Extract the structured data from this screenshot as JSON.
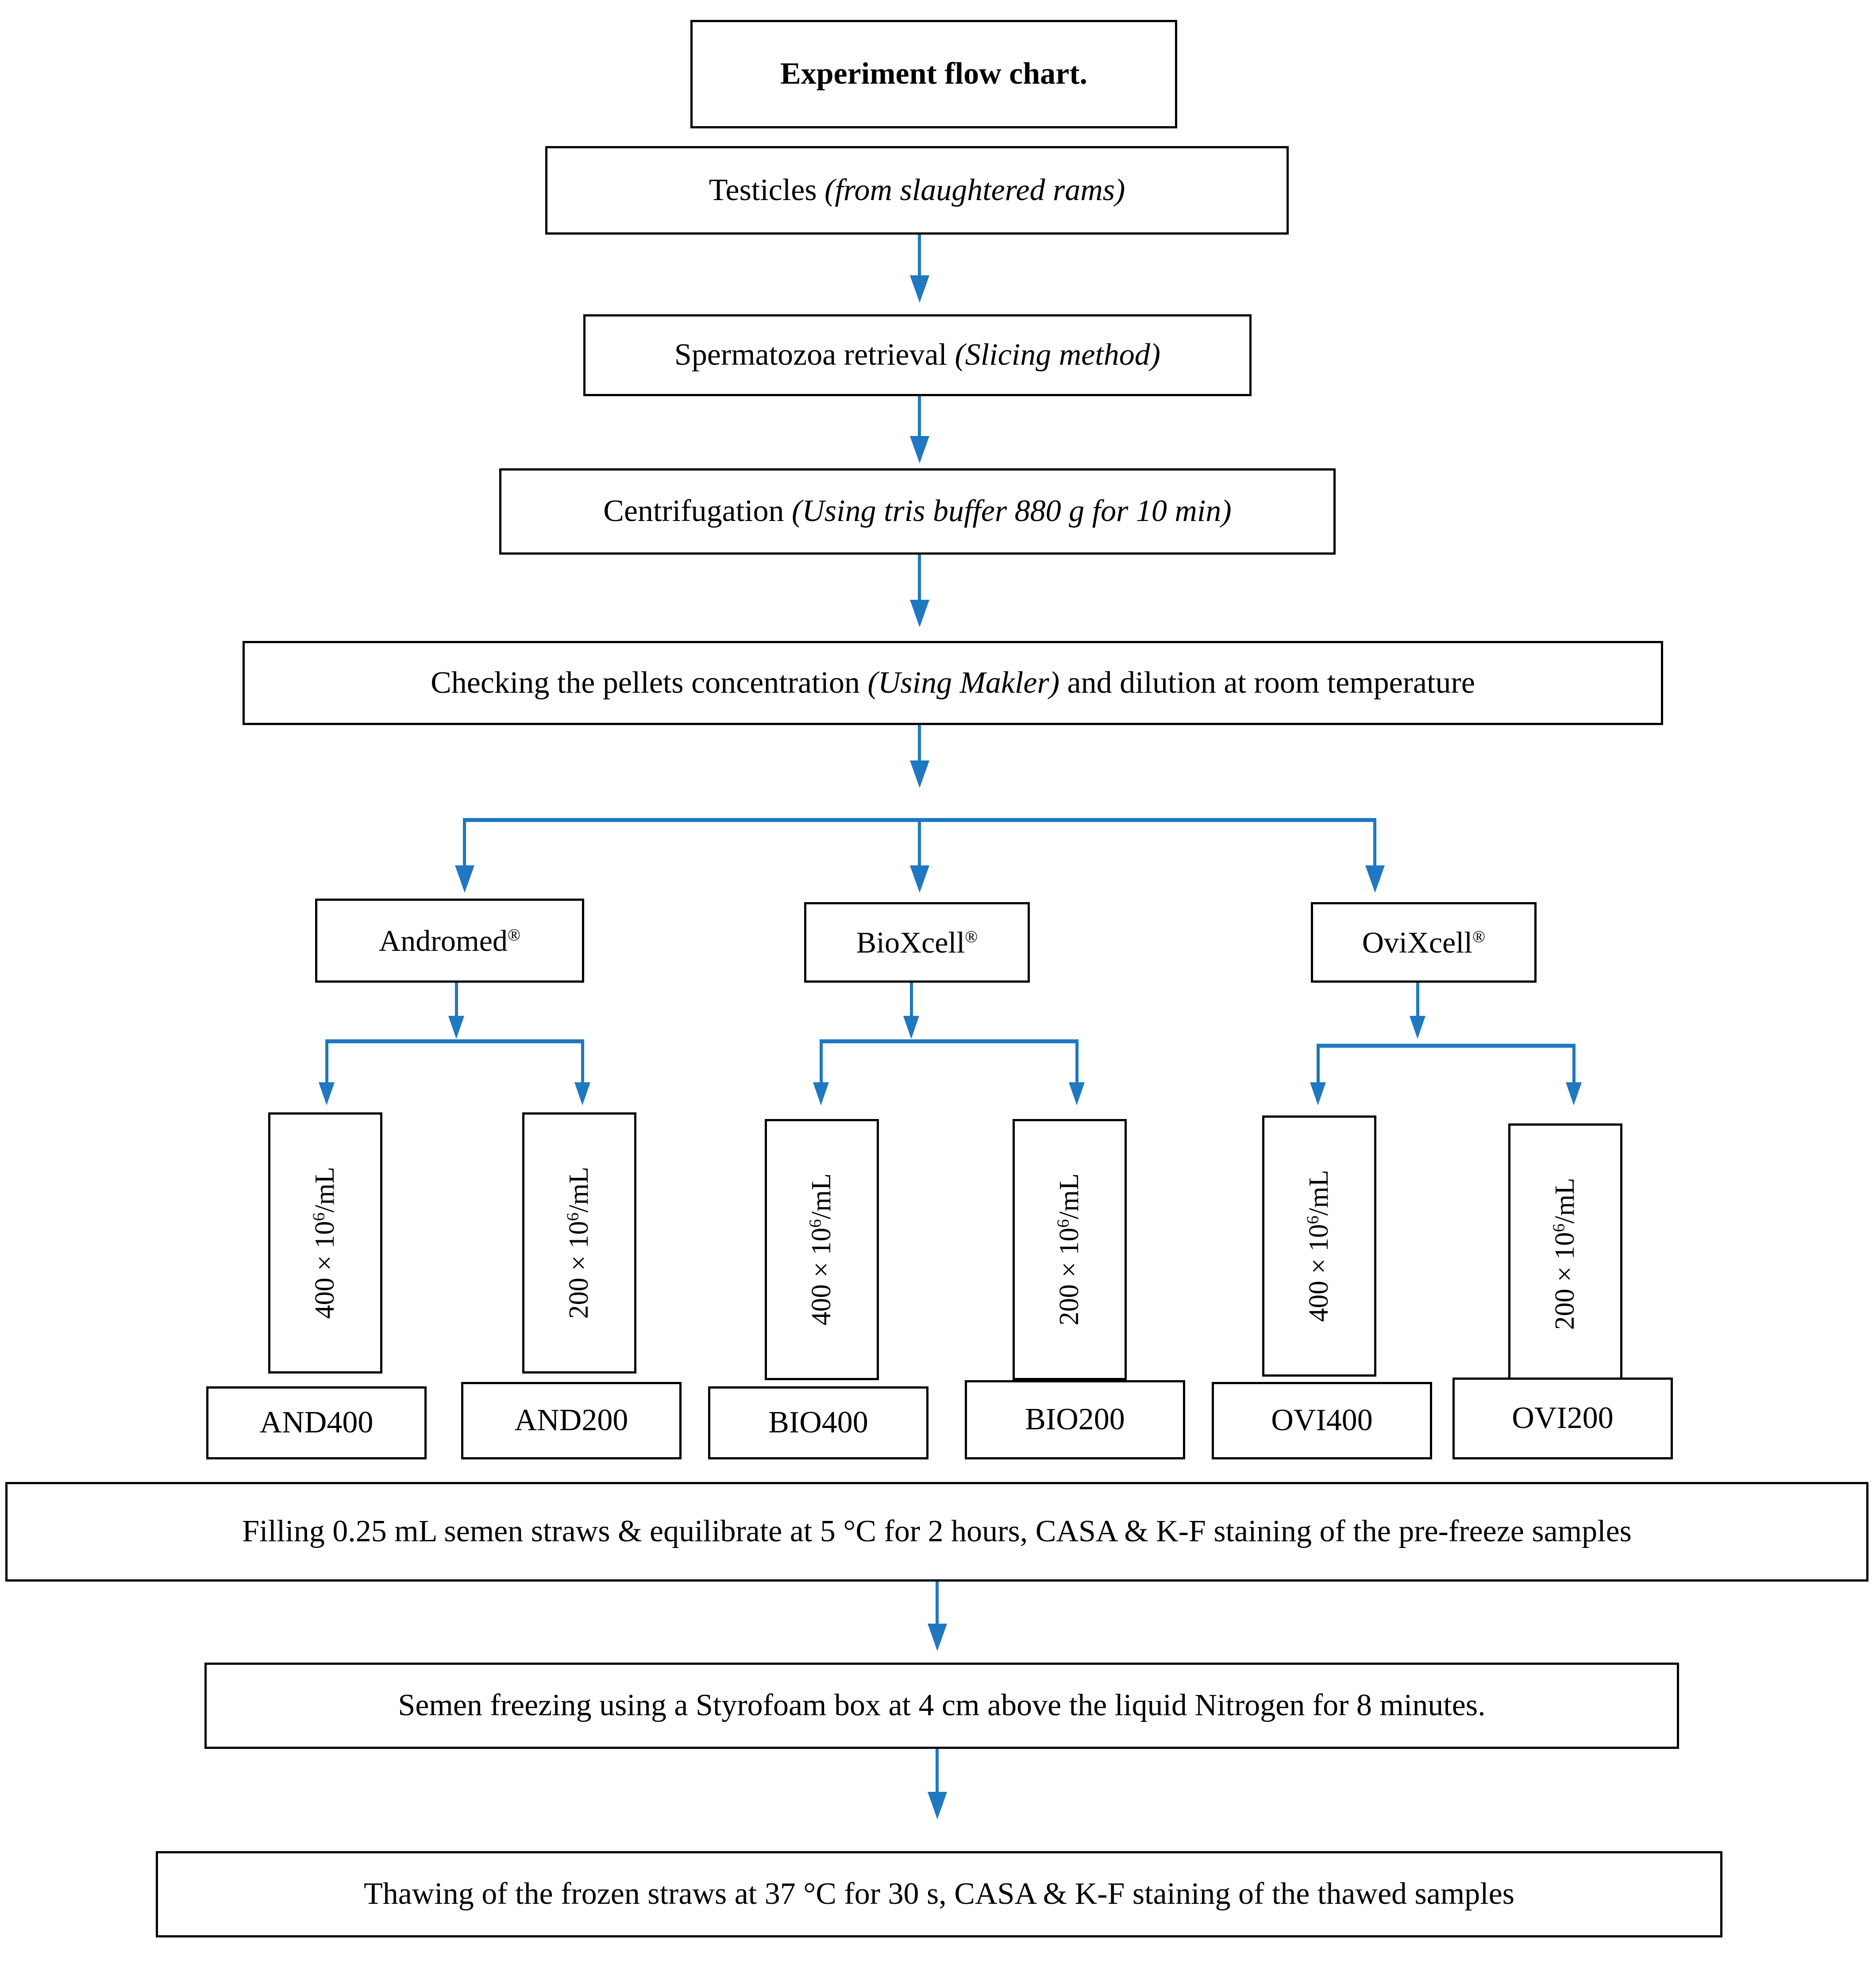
{
  "figure": {
    "title": "Experiment flow chart.",
    "accent_color": "#1F78C1",
    "line_color": "#000000",
    "background": "#ffffff"
  },
  "steps": {
    "testicles": {
      "main": "Testicles ",
      "note": "(from slaughtered rams)"
    },
    "retrieval": {
      "main": "Spermatozoa retrieval ",
      "note": "(Slicing method)"
    },
    "centrifugation": {
      "main": "Centrifugation ",
      "note": "(Using tris buffer 880 g for 10 min)"
    },
    "checking": {
      "main": "Checking the pellets concentration ",
      "note": "(Using Makler)",
      "tail": " and dilution at room temperature"
    },
    "filling": "Filling 0.25 mL semen straws & equilibrate at 5 °C for 2 hours, CASA & K-F staining of the pre-freeze samples",
    "freezing": "Semen freezing using a Styrofoam box at 4 cm above the liquid Nitrogen for 8 minutes.",
    "thawing": "Thawing of the frozen straws at 37 °C for 30 s, CASA & K-F staining of the thawed samples"
  },
  "extenders": [
    {
      "name": "Andromed",
      "mark": "®"
    },
    {
      "name": "BioXcell",
      "mark": "®"
    },
    {
      "name": "OviXcell",
      "mark": "®"
    }
  ],
  "concentrations": [
    {
      "value": "400 × 10",
      "exp": "6",
      "unit": "/mL"
    },
    {
      "value": "200 × 10",
      "exp": "6",
      "unit": "/mL"
    },
    {
      "value": "400 × 10",
      "exp": "6",
      "unit": "/mL"
    },
    {
      "value": "200 × 10",
      "exp": "6",
      "unit": "/mL"
    },
    {
      "value": "400 × 10",
      "exp": "6",
      "unit": "/mL"
    },
    {
      "value": "200 × 10",
      "exp": "6",
      "unit": "/mL"
    }
  ],
  "group_labels": [
    "AND400",
    "AND200",
    "BIO400",
    "BIO200",
    "OVI400",
    "OVI200"
  ]
}
